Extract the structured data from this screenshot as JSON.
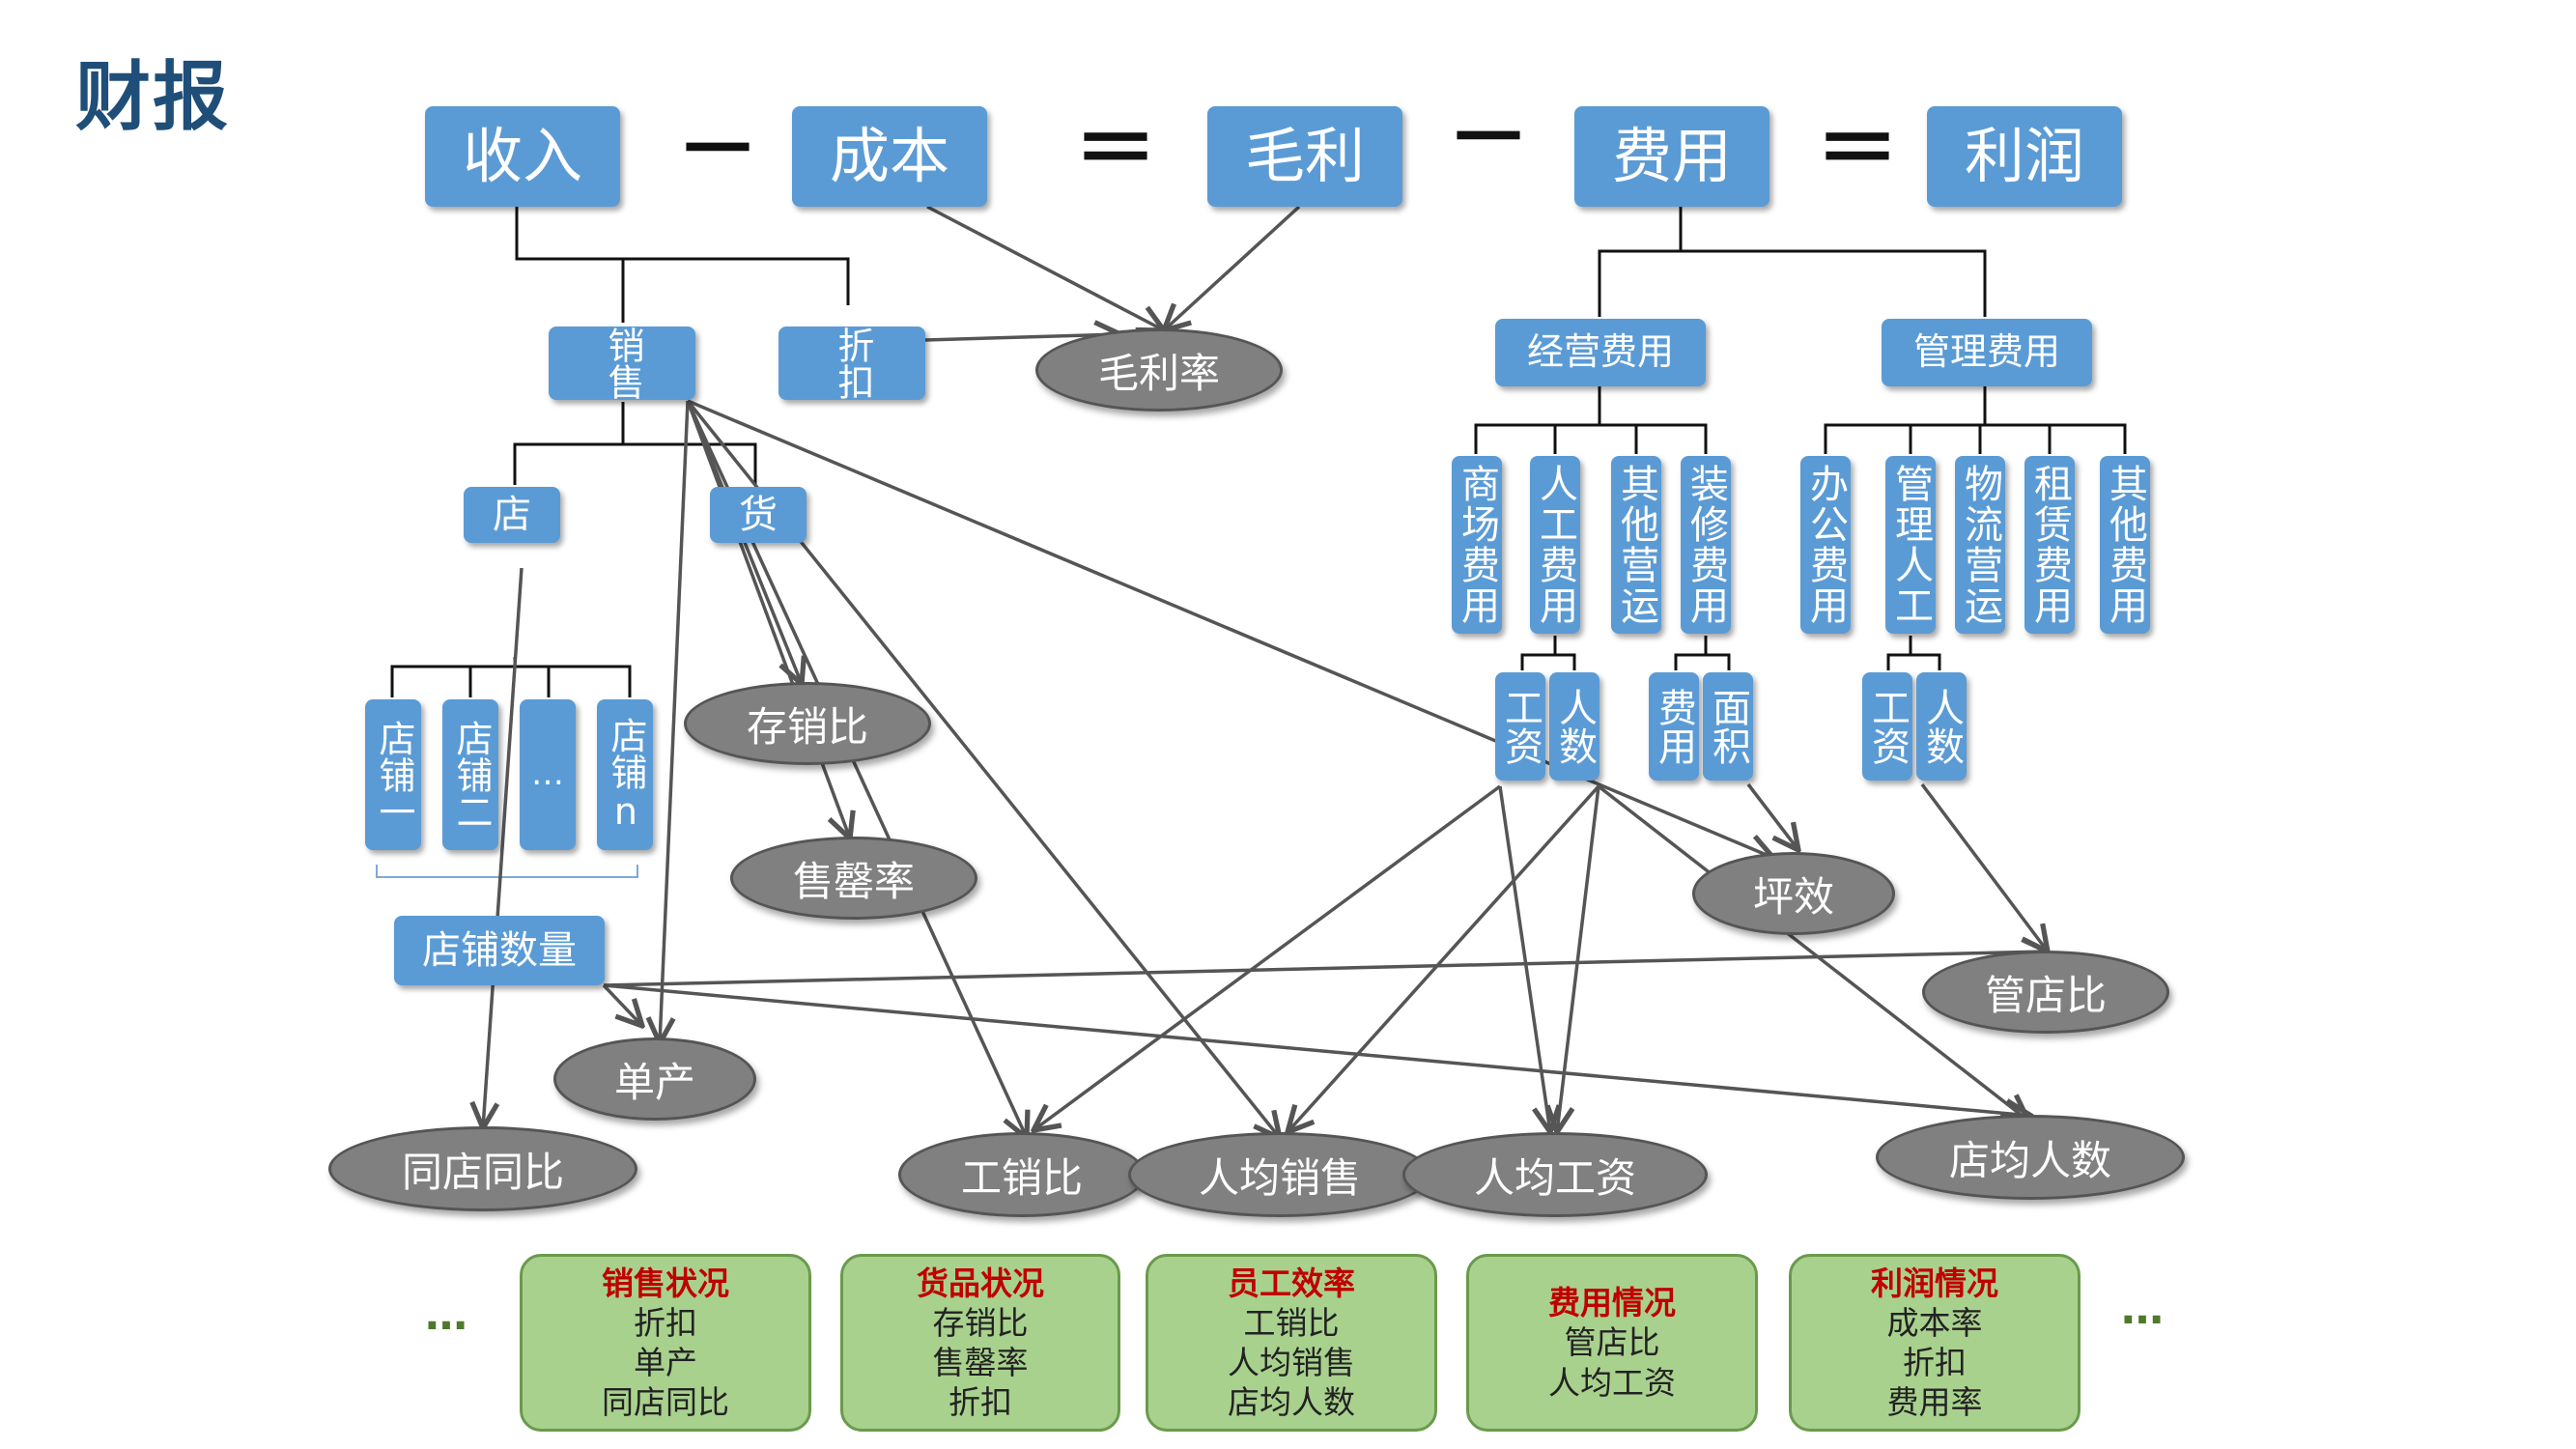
{
  "title": "财报",
  "equation": {
    "revenue": "收入",
    "minus1": "－",
    "cost": "成本",
    "eq1": "＝",
    "gross_profit": "毛利",
    "minus2": "－",
    "expenses": "费用",
    "eq2": "＝",
    "profit": "利润"
  },
  "nodes": {
    "sales": "销售",
    "discount": "折扣",
    "store": "店",
    "goods": "货",
    "store1": "店铺一",
    "store2": "店铺二",
    "store_more": "…",
    "store_n": "店铺n",
    "store_count": "店铺数量",
    "operating_expense": "经营费用",
    "admin_expense": "管理费用",
    "mall_fee": "商场费用",
    "labor_cost": "人工费用",
    "other_ops": "其他营运",
    "decoration_fee": "装修费用",
    "office_fee": "办公费用",
    "admin_labor": "管理人工",
    "logistics_ops": "物流营运",
    "rent_fee": "租赁费用",
    "other_fee": "其他费用",
    "wage1": "工资",
    "headcount1": "人数",
    "cost_item": "费用",
    "area": "面积",
    "wage2": "工资",
    "headcount2": "人数"
  },
  "metrics": {
    "gross_margin": "毛利率",
    "inventory_sales_ratio": "存销比",
    "sell_through": "售罄率",
    "per_store_output": "单产",
    "same_store": "同店同比",
    "labor_sales_ratio": "工销比",
    "sales_per_staff": "人均销售",
    "avg_wage": "人均工资",
    "sqm_efficiency": "坪效",
    "admin_store_ratio": "管店比",
    "staff_per_store": "店均人数"
  },
  "cards": [
    {
      "title": "销售状况",
      "lines": [
        "折扣",
        "单产",
        "同店同比"
      ]
    },
    {
      "title": "货品状况",
      "lines": [
        "存销比",
        "售罄率",
        "折扣"
      ]
    },
    {
      "title": "员工效率",
      "lines": [
        "工销比",
        "人均销售",
        "店均人数"
      ]
    },
    {
      "title": "费用情况",
      "lines": [
        "管店比",
        "人均工资"
      ]
    },
    {
      "title": "利润情况",
      "lines": [
        "成本率",
        "折扣",
        "费用率"
      ]
    }
  ],
  "ellipsis_left": "…",
  "ellipsis_right": "…",
  "colors": {
    "box": "#5b9bd5",
    "oval": "#808080",
    "card": "#a9d18e",
    "card_title": "#c00000",
    "title": "#1f4e79"
  }
}
